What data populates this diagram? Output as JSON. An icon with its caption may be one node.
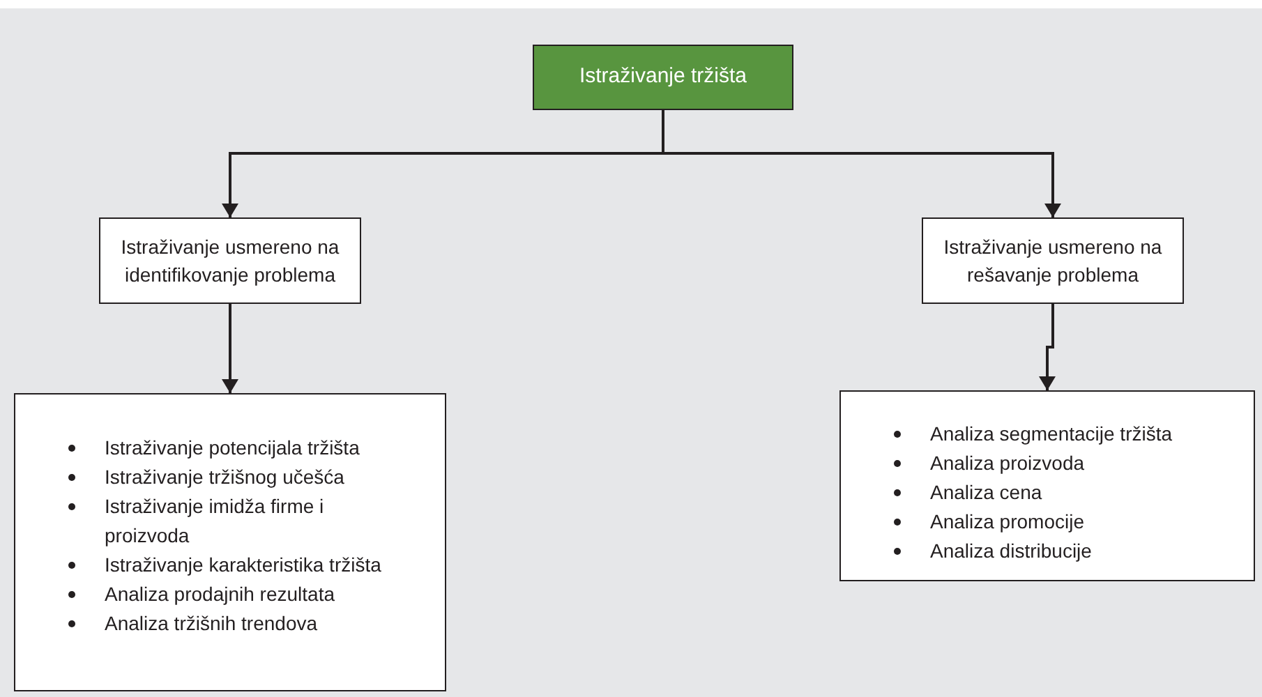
{
  "diagram": {
    "nodes": [
      {
        "text": [
          "Istraživanje tržišta"
        ]
      },
      {
        "text": [
          "Istraživanje usmereno na identifikovanje problema"
        ]
      },
      {
        "text": [
          "Istraživanje usmereno na rešavanje problema"
        ]
      },
      {
        "text": [
          "Istraživanje potencijala tržišta",
          "Istraživanje tržišnog učešća",
          "Istraživanje imidža firme i proizvoda",
          "Istraživanje karakteristika tržišta",
          "Analiza prodajnih rezultata",
          "Analiza tržišnih trendova"
        ]
      },
      {
        "text": [
          "Analiza segmentacije tržišta",
          "Analiza proizvoda",
          "Analiza cena",
          "Analiza promocije",
          "Analiza distribucije"
        ]
      }
    ],
    "edges": [
      {
        "from": 0,
        "to": 1,
        "arrow": "to"
      },
      {
        "from": 0,
        "to": 2,
        "arrow": "to"
      },
      {
        "from": 1,
        "to": 3,
        "arrow": "to"
      },
      {
        "from": 2,
        "to": 4,
        "arrow": "to"
      }
    ]
  }
}
